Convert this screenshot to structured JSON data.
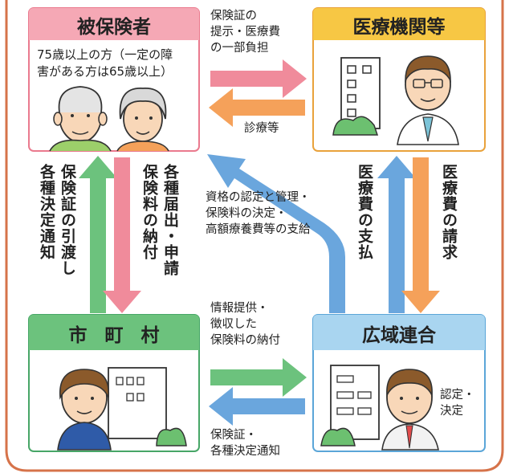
{
  "boxes": {
    "insured": {
      "title": "被保険者",
      "note": [
        "75歳以上の方（一定の障",
        "害がある方は65歳以上）"
      ]
    },
    "medical": {
      "title": "医療機関等"
    },
    "municipality": {
      "title": "市町村"
    },
    "union": {
      "title": "広域連合",
      "note": [
        "認定・",
        "決定"
      ]
    }
  },
  "labels": {
    "top_right": [
      "保険証の",
      "提示・医療費",
      "の一部負担"
    ],
    "top_left": "診療等",
    "left_green": [
      "保険証の引渡し",
      "各種決定通知"
    ],
    "left_pink": [
      "各種届出・申請",
      "保険料の納付"
    ],
    "diagonal": [
      "資格の認定と管理・",
      "保険料の決定・",
      "高額療養費等の支給"
    ],
    "right_blue": "医療費の支払",
    "right_orange": "医療費の請求",
    "bottom_right": [
      "情報提供・",
      "徴収した",
      "保険料の納付"
    ],
    "bottom_left": [
      "保険証・",
      "各種決定通知"
    ]
  },
  "colors": {
    "insured_header": "#f5a8b5",
    "medical_header": "#f7c744",
    "municipality_header": "#6cc27d",
    "union_header": "#a9d5f0",
    "pink_arrow": "#f08b9b",
    "orange_arrow": "#f5a15a",
    "green_arrow": "#6cc27d",
    "blue_arrow": "#6aa6dd",
    "frame": "#d6734a"
  },
  "icons": [
    "elderly-couple-icon",
    "hospital-doctor-icon",
    "municipal-staff-building-icon",
    "union-staff-building-icon"
  ]
}
